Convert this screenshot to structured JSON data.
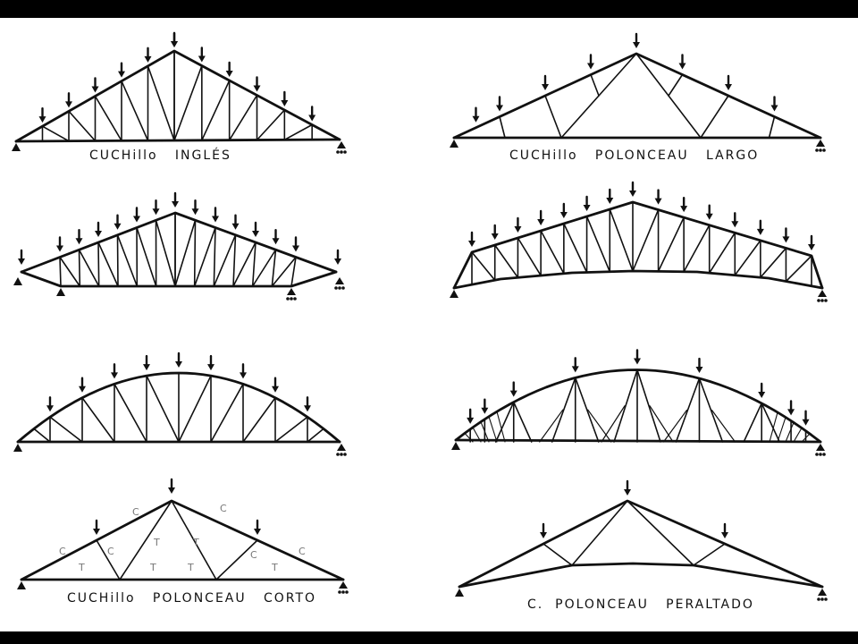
{
  "colors": {
    "ink": "#111111",
    "paper": "#ffffff",
    "frame": "#000000",
    "pencil": "#777777"
  },
  "captions": {
    "t1": "CUCHillo   INGLÉS",
    "t2": "CUCHillo   POLONCEAU   LARGO",
    "t7": "CUCHillo   POLONCEAU   CORTO",
    "t8": "C.  POLONCEAU   PERALTADO"
  },
  "pencil_marks": {
    "tension": "T",
    "compression": "C"
  },
  "support_symbols": {
    "pinned": "triangle",
    "roller": "triangle-with-rollers"
  }
}
